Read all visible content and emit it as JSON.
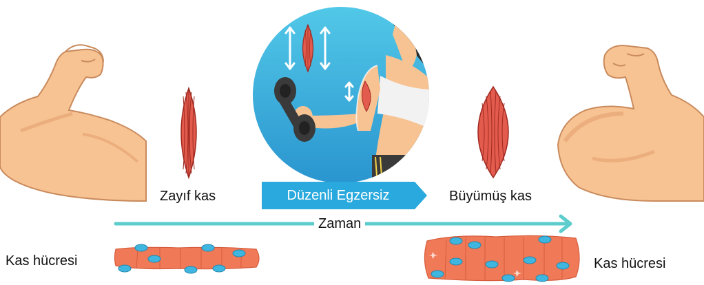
{
  "labels": {
    "weak_muscle": "Zayıf kas",
    "regular_exercise": "Düzenli Egzersiz",
    "grown_muscle": "Büyümüş kas",
    "time": "Zaman",
    "muscle_cell_left": "Kas hücresi",
    "muscle_cell_right": "Kas hücresi"
  },
  "colors": {
    "skin": "#f7c393",
    "skin_shadow": "#e9a978",
    "muscle": "#e25b4c",
    "muscle_line": "#9e2a22",
    "cell": "#f07a58",
    "nucleus": "#3fb6e0",
    "circle_bg": "#3fa9d8",
    "banner": "#29a9dd",
    "timeline": "#5ccccc",
    "dumbbell": "#3a3a3a"
  },
  "icons": [
    "arm-flex-icon",
    "muscle-icon",
    "dumbbell-icon",
    "arrow-icon",
    "muscle-cell-icon",
    "nucleus-icon"
  ]
}
